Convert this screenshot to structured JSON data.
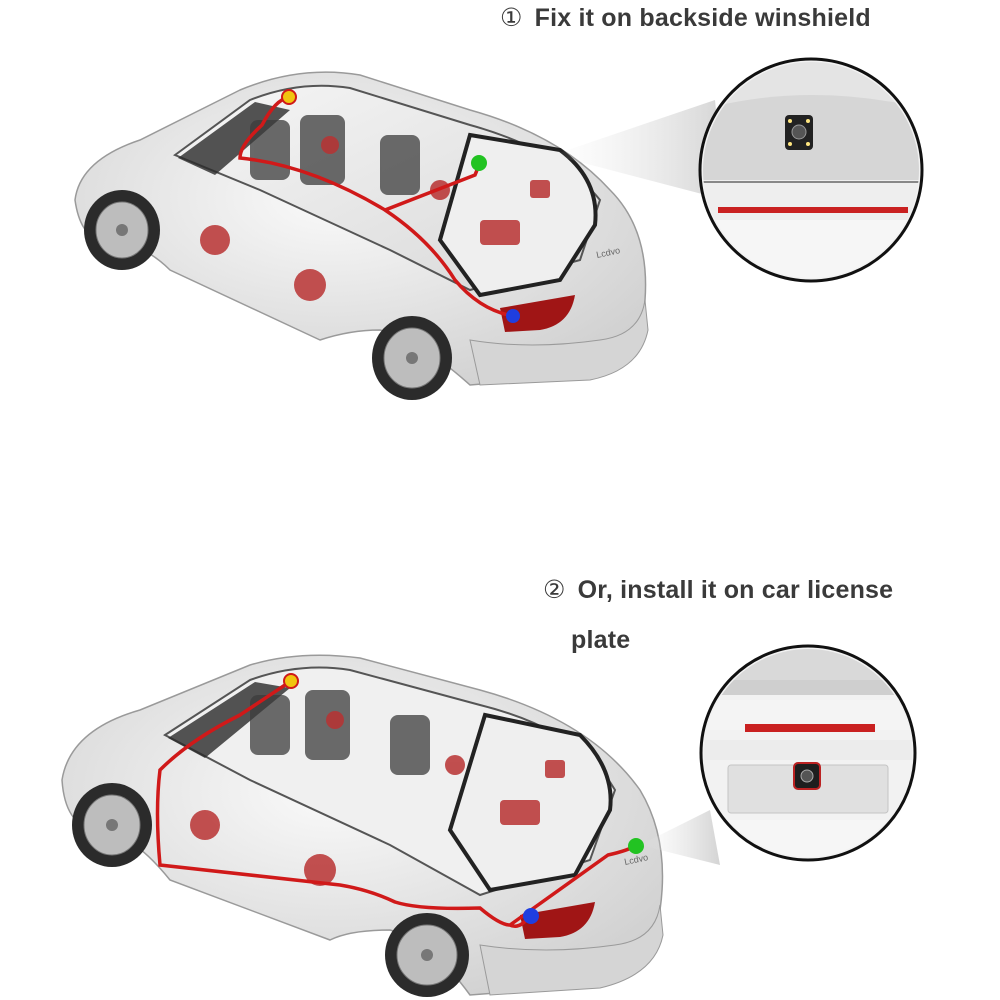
{
  "step1": {
    "number": "①",
    "text": "Fix it on backside winshield"
  },
  "step2": {
    "number": "②",
    "text_line1": "Or, install it on car license",
    "text_line2": "plate"
  },
  "car_badge": "Lcdvo",
  "colors": {
    "wire": "#d01919",
    "dot_yellow": "#f1c40f",
    "dot_green": "#22c322",
    "dot_blue": "#1f3ee0",
    "body": "#e8e8e8",
    "interior_red": "#b83232"
  },
  "icons": [
    "car-cutaway-illustration",
    "camera-zoom-callout",
    "license-plate-camera-icon"
  ]
}
